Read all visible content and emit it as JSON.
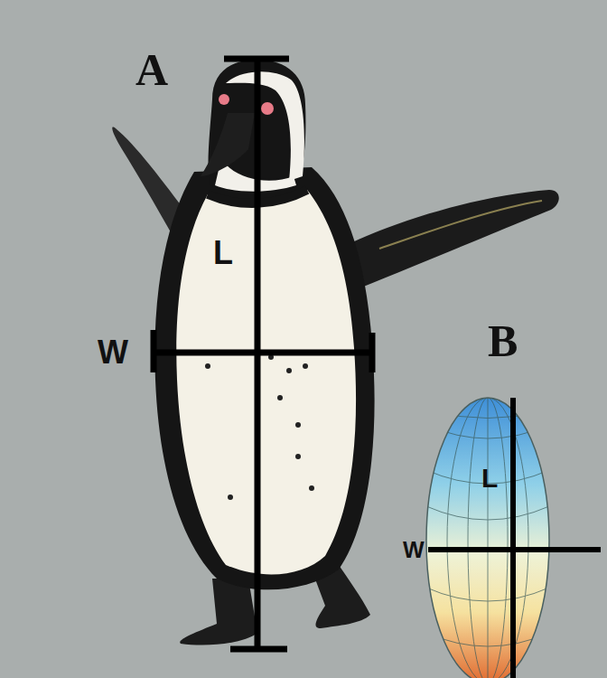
{
  "diagram": {
    "labels": [
      "A",
      "L",
      "W",
      "B",
      "L",
      "W"
    ]
  }
}
